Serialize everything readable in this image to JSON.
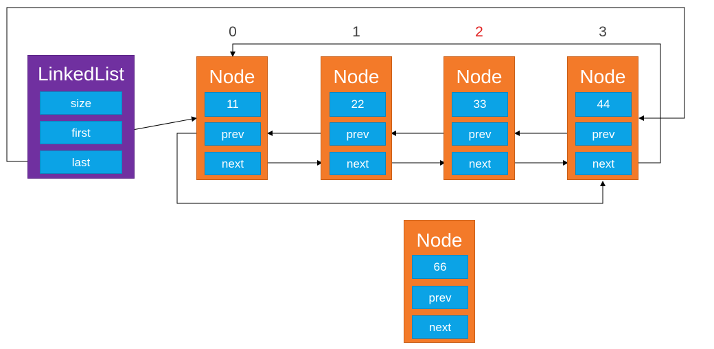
{
  "linked_list": {
    "title": "LinkedList",
    "fields": [
      "size",
      "first",
      "last"
    ]
  },
  "indices": [
    "0",
    "1",
    "2",
    "3"
  ],
  "highlight_index": "2",
  "nodes": [
    {
      "title": "Node",
      "value": "11",
      "prev": "prev",
      "next": "next"
    },
    {
      "title": "Node",
      "value": "22",
      "prev": "prev",
      "next": "next"
    },
    {
      "title": "Node",
      "value": "33",
      "prev": "prev",
      "next": "next"
    },
    {
      "title": "Node",
      "value": "44",
      "prev": "prev",
      "next": "next"
    }
  ],
  "new_node": {
    "title": "Node",
    "value": "66",
    "prev": "prev",
    "next": "next"
  },
  "colors": {
    "linked_list": "#7030a0",
    "node": "#f37a29",
    "field": "#0ba3e6",
    "highlight_index": "#e02020",
    "index": "#404040",
    "arrow": "#000000"
  }
}
